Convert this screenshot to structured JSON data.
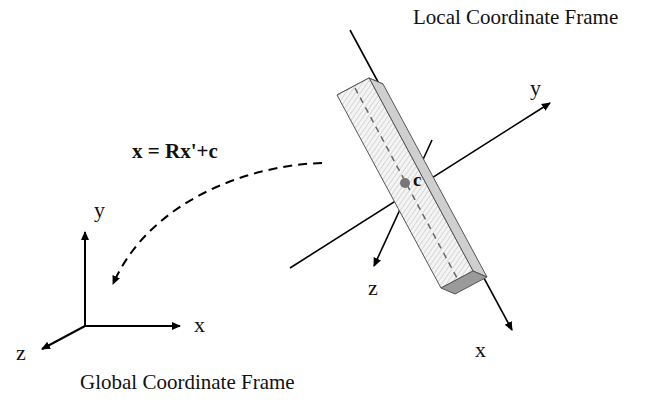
{
  "diagram": {
    "labels": [
      "Local Coordinate Frame",
      "y",
      "x = Rx'+c",
      "c",
      "z",
      "x",
      "y",
      "x",
      "z",
      "Global Coordinate Frame"
    ]
  }
}
